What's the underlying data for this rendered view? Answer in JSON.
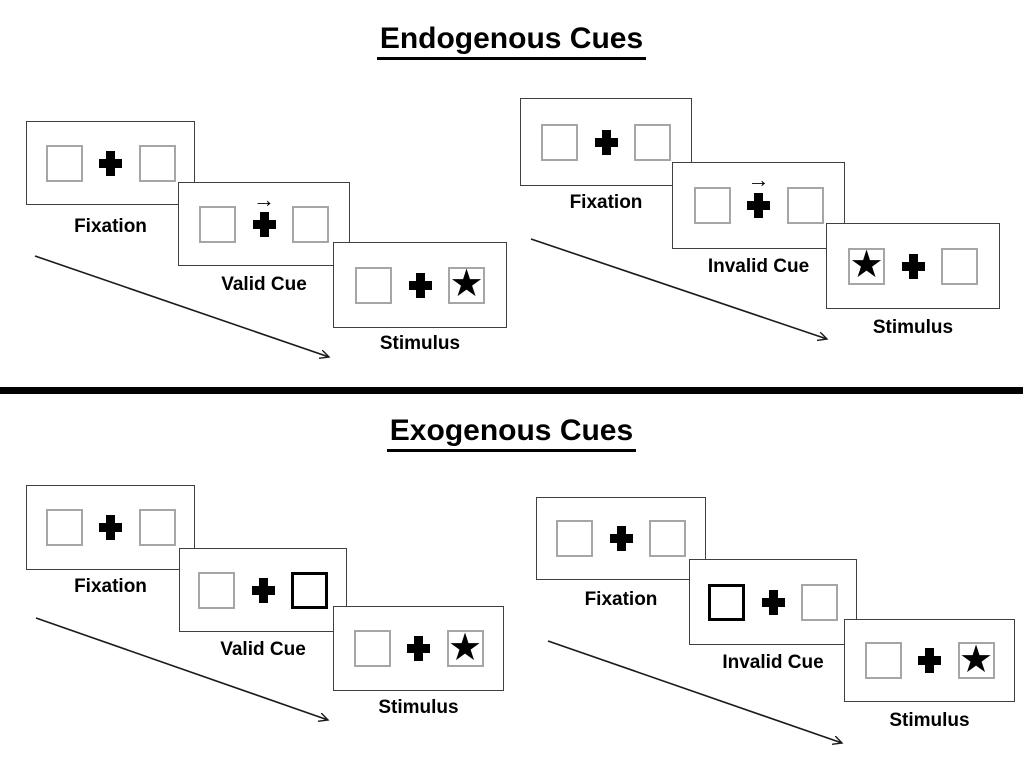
{
  "icons": {
    "fixation_cross": "✚",
    "target_star": "★",
    "cue_arrow": "→"
  },
  "colors": {
    "background": "#ffffff",
    "panel_border": "#3f3f3f",
    "box_border": "#a6a6a6",
    "ink": "#000000"
  },
  "sections": [
    {
      "title": "Endogenous Cues",
      "groups": [
        {
          "name": "valid-cue-trial",
          "panels": [
            {
              "label": "Fixation",
              "left": "empty",
              "right": "empty",
              "cue_arrow": false
            },
            {
              "label": "Valid Cue",
              "left": "empty",
              "right": "empty",
              "cue_arrow": true
            },
            {
              "label": "Stimulus",
              "left": "empty",
              "right": "star",
              "cue_arrow": false
            }
          ]
        },
        {
          "name": "invalid-cue-trial",
          "panels": [
            {
              "label": "Fixation",
              "left": "empty",
              "right": "empty",
              "cue_arrow": false
            },
            {
              "label": "Invalid Cue",
              "left": "empty",
              "right": "empty",
              "cue_arrow": true
            },
            {
              "label": "Stimulus",
              "left": "star",
              "right": "empty",
              "cue_arrow": false
            }
          ]
        }
      ]
    },
    {
      "title": "Exogenous Cues",
      "groups": [
        {
          "name": "valid-cue-trial",
          "panels": [
            {
              "label": "Fixation",
              "left": "empty",
              "right": "empty",
              "cue_arrow": false
            },
            {
              "label": "Valid Cue",
              "left": "empty",
              "right": "thick",
              "cue_arrow": false
            },
            {
              "label": "Stimulus",
              "left": "empty",
              "right": "star",
              "cue_arrow": false
            }
          ]
        },
        {
          "name": "invalid-cue-trial",
          "panels": [
            {
              "label": "Fixation",
              "left": "empty",
              "right": "empty",
              "cue_arrow": false
            },
            {
              "label": "Invalid Cue",
              "left": "thick",
              "right": "empty",
              "cue_arrow": false
            },
            {
              "label": "Stimulus",
              "left": "empty",
              "right": "star",
              "cue_arrow": false
            }
          ]
        }
      ]
    }
  ]
}
